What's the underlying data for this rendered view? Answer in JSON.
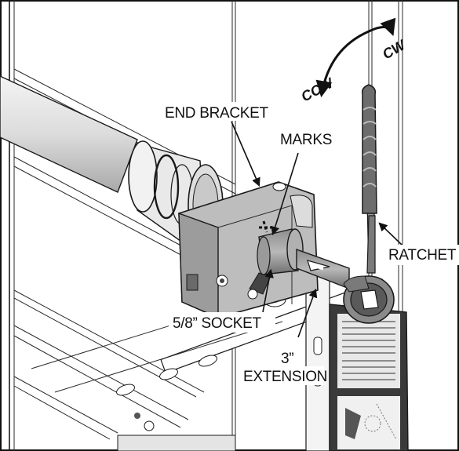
{
  "labels": {
    "end_bracket": "END BRACKET",
    "marks": "MARKS",
    "ratchet": "RATCHET",
    "socket": "5/8” SOCKET",
    "extension_line1": "3”",
    "extension_line2": "EXTENSION",
    "ccw": "CCW",
    "cw": "CW"
  },
  "colors": {
    "ink": "#1a1a1a",
    "medium_gray": "#9a9a9a",
    "dark_gray": "#5a5a5a",
    "light_gray": "#d6d6d6"
  }
}
